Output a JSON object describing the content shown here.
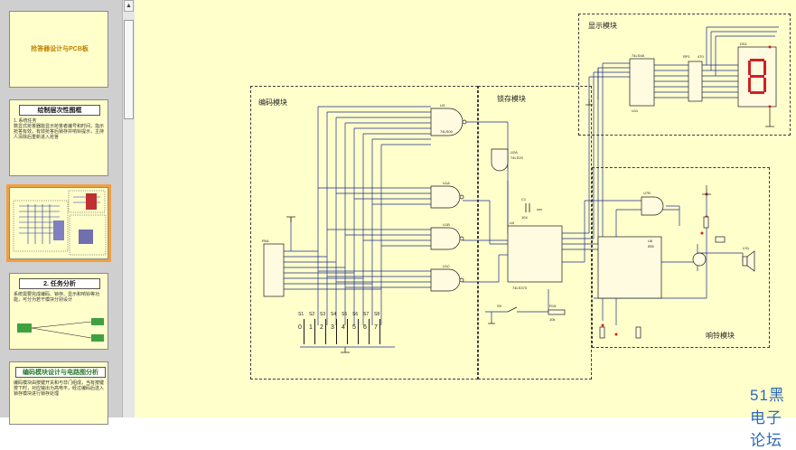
{
  "sidebar": {
    "slides": [
      {
        "title": "抢答器设计与PCB板",
        "body": ""
      },
      {
        "title": "绘制层次性图框",
        "body": "1. 系统任务\n数显式抢答器能显示抢答者编号和时间，指示抢答有效，有效抢答后锁存并响铃提示，主持人清除后重新进入抢答"
      },
      {
        "title": "",
        "body": ""
      },
      {
        "title": "2. 任务分析",
        "body": "系统需要完成编码、锁存、显示和响铃等功能，可分为若干模块分别设计"
      },
      {
        "title": "编码模块设计与电路图分析",
        "body": "编码模块由按键开关和与非门组成，当有按键按下时，对应输出为高电平，经过编码后送入锁存模块进行锁存处理"
      }
    ]
  },
  "slide": {
    "modules": {
      "display": "显示模块",
      "encode": "编码模块",
      "latch": "锁存模块",
      "ring": "响铃模块"
    },
    "watermark": "51黑电子论坛",
    "components": {
      "u3": "U3",
      "u3_part": "74LS00",
      "u1a": "U1A",
      "u1b": "U1B",
      "u1c": "U1C",
      "u2a": "U2A",
      "u2_part": "74LS20",
      "latch_ic": "U4",
      "latch_part": "74LS373",
      "decoder_ic": "U11",
      "decoder_part": "74LS48",
      "resistor_net": "RN1",
      "resistor_val": "470",
      "seg_ic": "DS1",
      "timer_ic": "U6",
      "timer_part": "555",
      "u7": "U7B",
      "speaker": "LS1",
      "c1": "C1",
      "c1_val": "104",
      "r_host": "R15",
      "r_host_val": "10k",
      "r_bank": "RP1",
      "btn_host": "S9"
    },
    "buttons": [
      "S1",
      "S2",
      "S3",
      "S4",
      "S5",
      "S6",
      "S7",
      "S8"
    ],
    "button_nums": [
      "0",
      "1",
      "2",
      "3",
      "4",
      "5",
      "6",
      "7"
    ]
  }
}
